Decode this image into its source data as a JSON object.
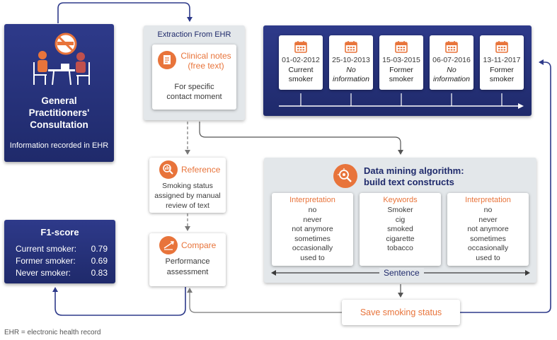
{
  "gp": {
    "title_line1": "General",
    "title_line2": "Practitioners'",
    "title_line3": "Consultation",
    "subtitle": "Information recorded in EHR"
  },
  "extraction": {
    "title": "Extraction From EHR",
    "notes_title_line1": "Clinical notes",
    "notes_title_line2": "(free text)",
    "notes_desc_line1": "For specific",
    "notes_desc_line2": "contact moment"
  },
  "timeline": {
    "items": [
      {
        "date": "01-02-2012",
        "line1": "Current",
        "line2": "smoker",
        "italic": false
      },
      {
        "date": "25-10-2013",
        "line1": "No",
        "line2": "information",
        "italic": true
      },
      {
        "date": "15-03-2015",
        "line1": "Former",
        "line2": "smoker",
        "italic": false
      },
      {
        "date": "06-07-2016",
        "line1": "No",
        "line2": "information",
        "italic": true
      },
      {
        "date": "13-11-2017",
        "line1": "Former",
        "line2": "smoker",
        "italic": false
      }
    ]
  },
  "reference": {
    "title": "Reference",
    "line1": "Smoking status",
    "line2": "assigned by manual",
    "line3": "review of text"
  },
  "compare": {
    "title": "Compare",
    "line1": "Performance",
    "line2": "assessment"
  },
  "f1": {
    "title": "F1-score",
    "rows": [
      {
        "label": "Current smoker:",
        "value": "0.79"
      },
      {
        "label": "Former smoker:",
        "value": "0.69"
      },
      {
        "label": "Never smoker:",
        "value": "0.83"
      }
    ]
  },
  "mining": {
    "title_line1": "Data mining algorithm:",
    "title_line2": "build text constructs",
    "columns": [
      {
        "header": "Interpretation",
        "items": [
          "no",
          "never",
          "not anymore",
          "sometimes",
          "occasionally",
          "used to"
        ]
      },
      {
        "header": "Keywords",
        "items": [
          "Smoker",
          "cig",
          "smoked",
          "cigarette",
          "tobacco"
        ]
      },
      {
        "header": "Interpretation",
        "items": [
          "no",
          "never",
          "not anymore",
          "sometimes",
          "occasionally",
          "used to"
        ]
      }
    ],
    "sentence_label": "Sentence"
  },
  "save": {
    "label": "Save smoking status"
  },
  "footnote": "EHR = electronic health record",
  "colors": {
    "navy": "#1f2a6b",
    "orange": "#e8743b",
    "grey_panel": "#e3e7ea"
  }
}
